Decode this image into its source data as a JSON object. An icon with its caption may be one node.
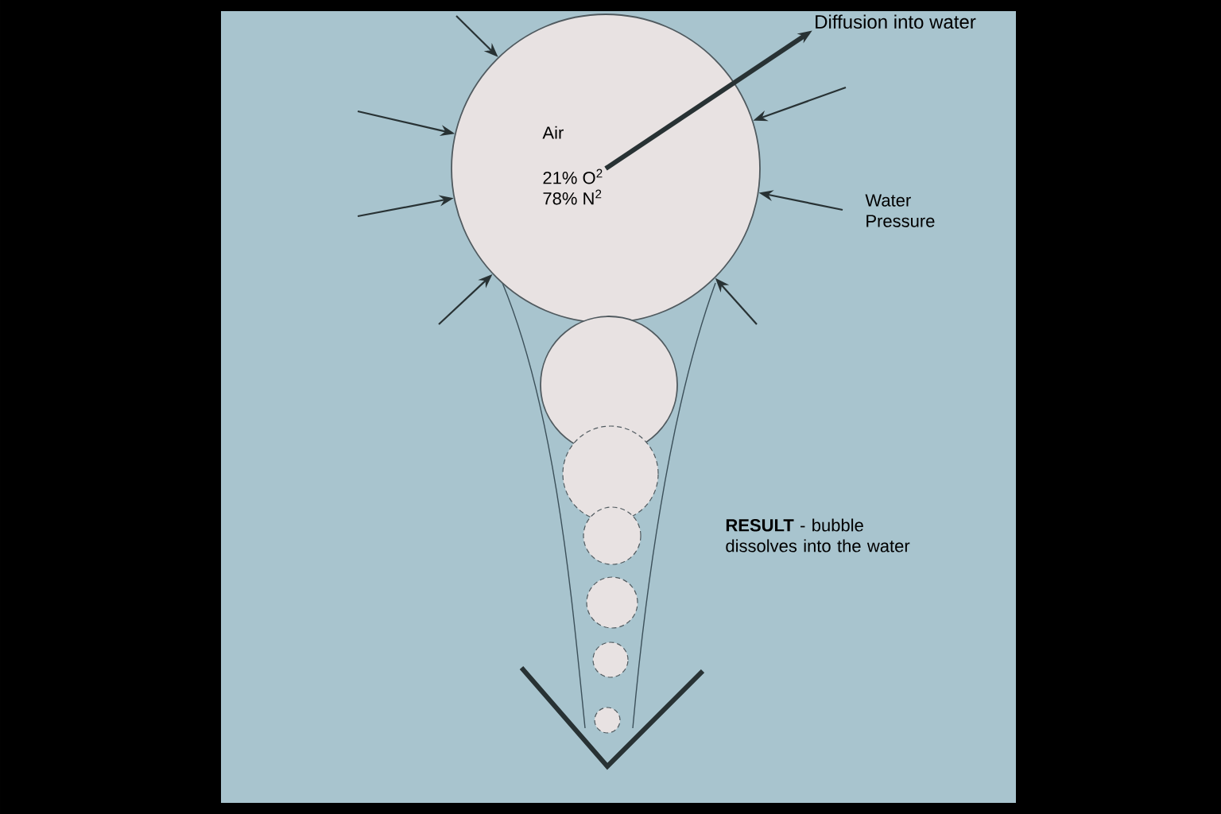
{
  "diagram": {
    "nodes": [
      {
        "text": [
          "Air",
          "21% O$^{2}$ 78% N$^{2}$"
        ]
      },
      {
        "text": [],
        "shape": "circle"
      },
      {
        "text": [],
        "shape": "circle"
      },
      {
        "text": [],
        "shape": "circle"
      },
      {
        "text": [],
        "shape": "circle"
      },
      {
        "text": [],
        "shape": "circle"
      },
      {
        "text": [],
        "shape": "circle"
      },
      {
        "text": [
          "Diffusion into water"
        ]
      }
    ],
    "edges": [
      {
        "from": null,
        "to": 0,
        "arrow": "to"
      },
      {
        "from": null,
        "to": 0,
        "arrow": "to"
      },
      {
        "from": null,
        "to": 0,
        "arrow": "to"
      },
      {
        "from": null,
        "to": 0,
        "arrow": "to"
      },
      {
        "from": null,
        "to": 0,
        "arrow": "to"
      },
      {
        "from": null,
        "to": 0,
        "arrow": "to"
      },
      {
        "from": null,
        "to": 0,
        "arrow": "to"
      },
      {
        "from": 0,
        "to": 7,
        "arrow": "to",
        "style": "thick"
      }
    ],
    "labels": [
      "Water Pressure",
      "**RESULT** - bubble dissolves into the water"
    ]
  }
}
